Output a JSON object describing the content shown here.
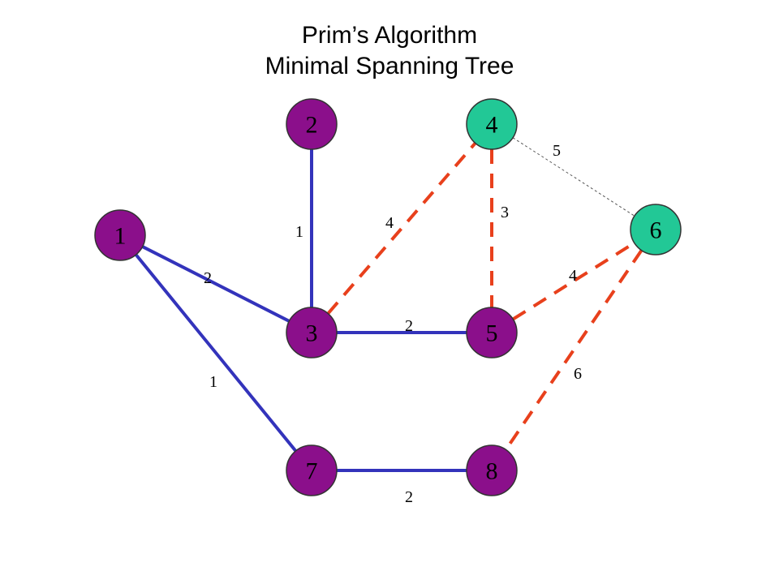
{
  "title": {
    "line1": "Prim’s Algorithm",
    "line2": "Minimal Spanning Tree"
  },
  "colors": {
    "tree_edge": "#3333bb",
    "candidate_edge": "#e8401c",
    "other_edge": "#555555",
    "node_default": "#8b0f8b",
    "node_highlight": "#22c896",
    "node_border": "#333333"
  },
  "nodes": [
    {
      "id": "1",
      "label": "1",
      "fill": "node_default"
    },
    {
      "id": "2",
      "label": "2",
      "fill": "node_default"
    },
    {
      "id": "3",
      "label": "3",
      "fill": "node_default"
    },
    {
      "id": "4",
      "label": "4",
      "fill": "node_highlight"
    },
    {
      "id": "5",
      "label": "5",
      "fill": "node_default"
    },
    {
      "id": "6",
      "label": "6",
      "fill": "node_highlight"
    },
    {
      "id": "7",
      "label": "7",
      "fill": "node_default"
    },
    {
      "id": "8",
      "label": "8",
      "fill": "node_default"
    }
  ],
  "edges": [
    {
      "from": "2",
      "to": "3",
      "weight": "1",
      "style": "tree"
    },
    {
      "from": "1",
      "to": "3",
      "weight": "2",
      "style": "tree"
    },
    {
      "from": "1",
      "to": "7",
      "weight": "1",
      "style": "tree"
    },
    {
      "from": "3",
      "to": "5",
      "weight": "2",
      "style": "tree"
    },
    {
      "from": "7",
      "to": "8",
      "weight": "2",
      "style": "tree"
    },
    {
      "from": "3",
      "to": "4",
      "weight": "4",
      "style": "candidate"
    },
    {
      "from": "4",
      "to": "5",
      "weight": "3",
      "style": "candidate"
    },
    {
      "from": "5",
      "to": "6",
      "weight": "4",
      "style": "candidate"
    },
    {
      "from": "6",
      "to": "8",
      "weight": "6",
      "style": "candidate"
    },
    {
      "from": "4",
      "to": "6",
      "weight": "5",
      "style": "other"
    }
  ]
}
